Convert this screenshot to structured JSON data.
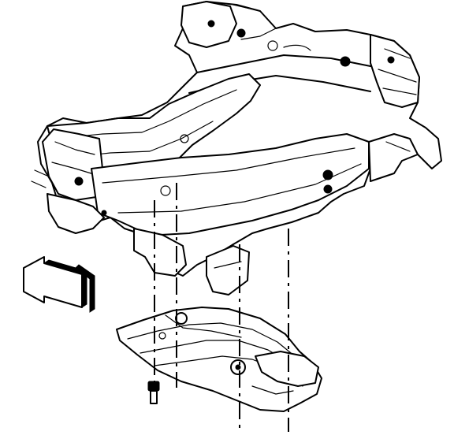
{
  "figure": {
    "colors": {
      "ink": "#000000",
      "paper": "#ffffff"
    },
    "parts": [
      "frame-crossmember",
      "underbody-shield-plate",
      "mounting-bolt"
    ],
    "arrow": "front-direction-arrow",
    "fastener_lines": 4
  }
}
